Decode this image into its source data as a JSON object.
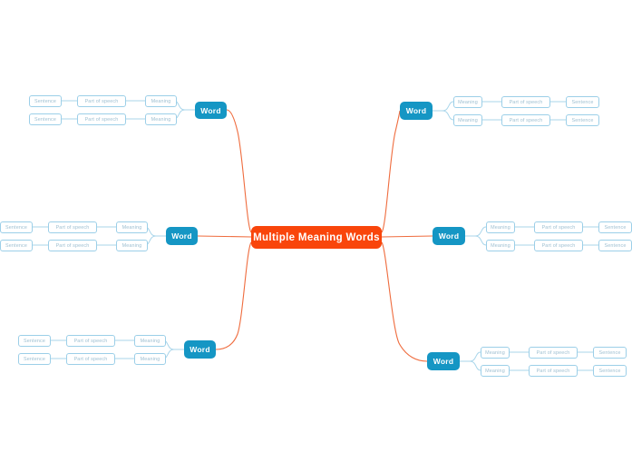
{
  "diagram": {
    "title": "Multiple Meaning Words",
    "type": "mind-map",
    "colors": {
      "root_fill": "#f9450b",
      "root_text": "#ffffff",
      "word_fill": "#1596c4",
      "word_text": "#ffffff",
      "leaf_fill": "#ffffff",
      "leaf_border": "#9ccfe8",
      "leaf_text": "#9dbfd1",
      "main_connector": "#ef6c3e",
      "sub_connector": "#a8d5ea",
      "background": "#ffffff"
    },
    "root": {
      "label": "Multiple Meaning Words"
    },
    "branches": [
      {
        "id": "branch-top-left",
        "side": "left",
        "word": {
          "label": "Word"
        },
        "rows": [
          {
            "meaning": "Meaning",
            "part_of_speech": "Part of speech",
            "sentence": "Sentence"
          },
          {
            "meaning": "Meaning",
            "part_of_speech": "Part of speech",
            "sentence": "Sentence"
          }
        ]
      },
      {
        "id": "branch-middle-left",
        "side": "left",
        "word": {
          "label": "Word"
        },
        "rows": [
          {
            "meaning": "Meaning",
            "part_of_speech": "Part of speech",
            "sentence": "Sentence"
          },
          {
            "meaning": "Meaning",
            "part_of_speech": "Part of speech",
            "sentence": "Sentence"
          }
        ]
      },
      {
        "id": "branch-bottom-left",
        "side": "left",
        "word": {
          "label": "Word"
        },
        "rows": [
          {
            "meaning": "Meaning",
            "part_of_speech": "Part of speech",
            "sentence": "Sentence"
          },
          {
            "meaning": "Meaning",
            "part_of_speech": "Part of speech",
            "sentence": "Sentence"
          }
        ]
      },
      {
        "id": "branch-top-right",
        "side": "right",
        "word": {
          "label": "Word"
        },
        "rows": [
          {
            "meaning": "Meaning",
            "part_of_speech": "Part of speech",
            "sentence": "Sentence"
          },
          {
            "meaning": "Meaning",
            "part_of_speech": "Part of speech",
            "sentence": "Sentence"
          }
        ]
      },
      {
        "id": "branch-middle-right",
        "side": "right",
        "word": {
          "label": "Word"
        },
        "rows": [
          {
            "meaning": "Meaning",
            "part_of_speech": "Part of speech",
            "sentence": "Sentence"
          },
          {
            "meaning": "Meaning",
            "part_of_speech": "Part of speech",
            "sentence": "Sentence"
          }
        ]
      },
      {
        "id": "branch-bottom-right",
        "side": "right",
        "word": {
          "label": "Word"
        },
        "rows": [
          {
            "meaning": "Meaning",
            "part_of_speech": "Part of speech",
            "sentence": "Sentence"
          },
          {
            "meaning": "Meaning",
            "part_of_speech": "Part of speech",
            "sentence": "Sentence"
          }
        ]
      }
    ]
  }
}
